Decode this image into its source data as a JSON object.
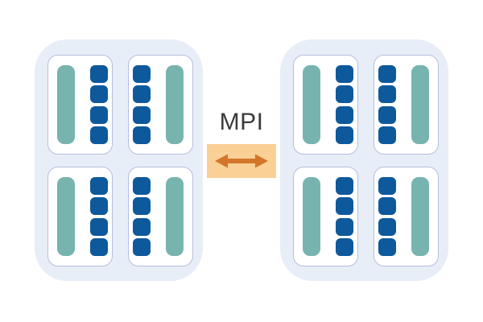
{
  "connector": {
    "label": "MPI",
    "box_color": "#fad096",
    "arrow_color": "#d3762a",
    "arrow_icon": "double-headed-horizontal-arrow"
  },
  "colors": {
    "background": "#ffffff",
    "node_fill": "#e8eef8",
    "socket_fill": "#ffffff",
    "socket_border": "#b6bedd",
    "memory_bar": "#78b4af",
    "core": "#0e599c",
    "label_text": "#3b3b3b"
  },
  "nodes": [
    {
      "name": "node-left",
      "sockets": [
        {
          "bar_side": "left",
          "cores": 4
        },
        {
          "bar_side": "right",
          "cores": 4
        },
        {
          "bar_side": "left",
          "cores": 4
        },
        {
          "bar_side": "right",
          "cores": 4
        }
      ]
    },
    {
      "name": "node-right",
      "sockets": [
        {
          "bar_side": "left",
          "cores": 4
        },
        {
          "bar_side": "right",
          "cores": 4
        },
        {
          "bar_side": "left",
          "cores": 4
        },
        {
          "bar_side": "right",
          "cores": 4
        }
      ]
    }
  ]
}
